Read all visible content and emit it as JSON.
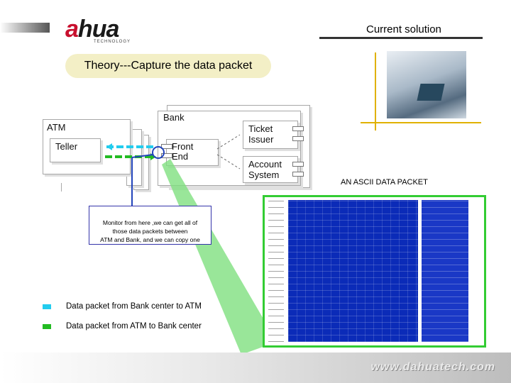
{
  "header": {
    "logo_alpha": "a",
    "logo_rest": "hua",
    "logo_prefix": "a",
    "logo_sub": "TECHNOLOGY",
    "title": "Current solution"
  },
  "theory_label": "Theory---Capture the data packet",
  "diagram": {
    "atm": "ATM",
    "teller": "Teller",
    "bank": "Bank",
    "front_end_line1": "Front",
    "front_end_line2": "End",
    "ticket_line1": "Ticket",
    "ticket_line2": "Issuer",
    "account_line1": "Account",
    "account_line2": "System",
    "monitor_line1": "Monitor from here ,we can get all of",
    "monitor_line2": "those data packets between",
    "monitor_line3": "ATM and Bank, and we can copy one"
  },
  "ascii_packet_title": "AN ASCII DATA PACKET",
  "legend": {
    "cyan_label": "Data packet from Bank center to ATM",
    "green_label": "Data packet from ATM to Bank center"
  },
  "colors": {
    "cyan": "#22ccee",
    "green": "#22bb22",
    "logo_red": "#c8102e"
  },
  "footer_url": "www.dahuatech.com"
}
